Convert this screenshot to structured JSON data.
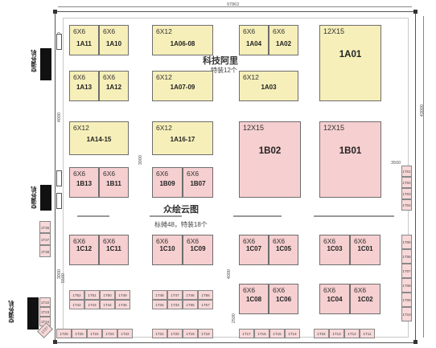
{
  "dimensions": {
    "top_total": "97862",
    "left_a": "4000",
    "left_b": "4000",
    "left_c": "3000",
    "left_d": "3000",
    "mid_a": "3000",
    "mid_b": "5500",
    "mid_c": "4000",
    "right_total": "43000",
    "right_gap": "3500",
    "bottom_a": "2500"
  },
  "zones": {
    "tech": {
      "title": "科技阿里",
      "subtitle": "特装12个"
    },
    "crowd": {
      "title": "众绘云图",
      "subtitle": "标摊48，特装18个"
    }
  },
  "ac_units": [
    {
      "label": "空调外机"
    },
    {
      "label": "空调外机"
    },
    {
      "label": "空调外机"
    }
  ],
  "booths": {
    "row1": [
      {
        "size": "6X6",
        "id": "1A11"
      },
      {
        "size": "6X6",
        "id": "1A10"
      },
      {
        "size": "6X12",
        "id": "1A06-08"
      },
      {
        "size": "6X6",
        "id": "1A04"
      },
      {
        "size": "6X6",
        "id": "1A02"
      },
      {
        "size": "12X15",
        "id": "1A01"
      }
    ],
    "row2": [
      {
        "size": "6X6",
        "id": "1A13"
      },
      {
        "size": "6X6",
        "id": "1A12"
      },
      {
        "size": "6X12",
        "id": "1A07-09"
      },
      {
        "size": "6X12",
        "id": "1A03"
      }
    ],
    "row3": [
      {
        "size": "6X12",
        "id": "1A14-15"
      },
      {
        "size": "6X12",
        "id": "1A16-17"
      },
      {
        "size": "12X15",
        "id": "1B02"
      },
      {
        "size": "12X15",
        "id": "1B01"
      }
    ],
    "row4": [
      {
        "size": "6X6",
        "id": "1B13"
      },
      {
        "size": "6X6",
        "id": "1B11"
      },
      {
        "size": "6X6",
        "id": "1B09"
      },
      {
        "size": "6X6",
        "id": "1B07"
      }
    ],
    "row5": [
      {
        "size": "6X6",
        "id": "1C12"
      },
      {
        "size": "6X6",
        "id": "1C11"
      },
      {
        "size": "6X6",
        "id": "1C10"
      },
      {
        "size": "6X6",
        "id": "1C09"
      },
      {
        "size": "6X6",
        "id": "1C07"
      },
      {
        "size": "6X6",
        "id": "1C05"
      },
      {
        "size": "6X6",
        "id": "1C03"
      },
      {
        "size": "6X6",
        "id": "1C01"
      }
    ],
    "row6": [
      {
        "size": "6X6",
        "id": "1C08"
      },
      {
        "size": "6X6",
        "id": "1C06"
      },
      {
        "size": "6X6",
        "id": "1C04"
      },
      {
        "size": "6X6",
        "id": "1C02"
      }
    ]
  },
  "standard_booths": {
    "left_col": [
      "1T36",
      "1T37",
      "1T38",
      "1T22",
      "1T23",
      "1T24"
    ],
    "right_col": [
      "1T01",
      "1T02",
      "1T03",
      "1T04",
      "1T05",
      "1T06",
      "1T07",
      "1T08",
      "1T09",
      "1T10"
    ],
    "block_a_top": [
      "1T52",
      "1T51",
      "1T50",
      "1T49"
    ],
    "block_a_bot": [
      "1T42",
      "1T43",
      "1T44",
      "1T45"
    ],
    "block_b_top": [
      "1T48",
      "1T47",
      "1T46",
      "1T55"
    ],
    "block_b_bot": [
      "1T34",
      "1T33",
      "1T56",
      "1T57"
    ],
    "bottom_a": [
      "1T26",
      "1T25",
      "1T24",
      "1T23",
      "1T22"
    ],
    "bottom_b": [
      "1T21",
      "1T20",
      "1T19",
      "1T18"
    ],
    "bottom_c": [
      "1T17",
      "1T16",
      "1T15",
      "1T14"
    ],
    "bottom_d": [
      "1T04",
      "1T13",
      "1T12",
      "1T11"
    ],
    "corner": "1T27"
  }
}
